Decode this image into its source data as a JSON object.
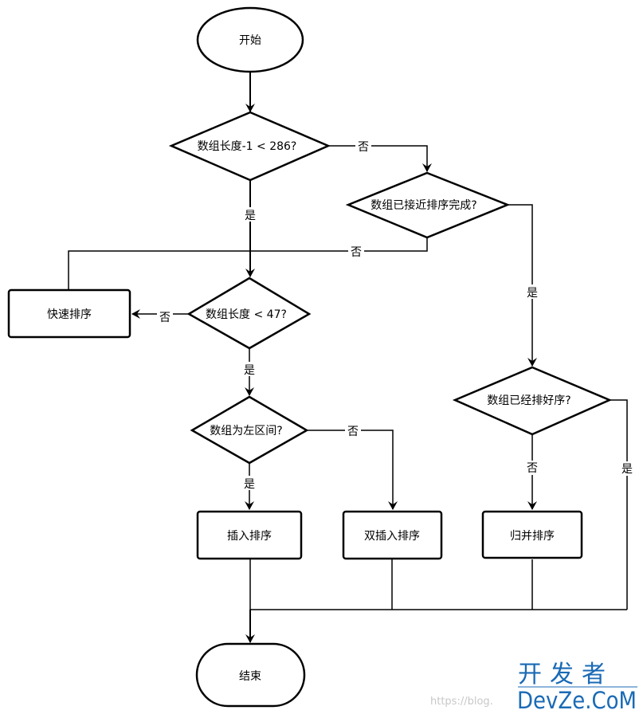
{
  "diagram": {
    "type": "flowchart",
    "nodes": {
      "start": {
        "shape": "terminator",
        "label": "开始"
      },
      "cond_len_286": {
        "shape": "decision",
        "label": "数组长度-1 < 286?"
      },
      "cond_nearly_sorted": {
        "shape": "decision",
        "label": "数组已接近排序完成?"
      },
      "quick_sort": {
        "shape": "process",
        "label": "快速排序"
      },
      "cond_len_47": {
        "shape": "decision",
        "label": "数组长度 < 47?"
      },
      "cond_left_range": {
        "shape": "decision",
        "label": "数组为左区间?"
      },
      "cond_already_sorted": {
        "shape": "decision",
        "label": "数组已经排好序?"
      },
      "insertion_sort": {
        "shape": "process",
        "label": "插入排序"
      },
      "dual_insertion_sort": {
        "shape": "process",
        "label": "双插入排序"
      },
      "merge_sort": {
        "shape": "process",
        "label": "归并排序"
      },
      "end": {
        "shape": "terminator",
        "label": "结束"
      }
    },
    "edges": [
      {
        "from": "start",
        "to": "cond_len_286",
        "label": ""
      },
      {
        "from": "cond_len_286",
        "to": "cond_nearly_sorted",
        "label": "否"
      },
      {
        "from": "cond_len_286",
        "to": "cond_len_47",
        "label": "是"
      },
      {
        "from": "cond_nearly_sorted",
        "to": "quick_sort",
        "label": "否"
      },
      {
        "from": "cond_nearly_sorted",
        "to": "cond_already_sorted",
        "label": "是"
      },
      {
        "from": "cond_len_47",
        "to": "quick_sort",
        "label": "否"
      },
      {
        "from": "cond_len_47",
        "to": "cond_left_range",
        "label": "是"
      },
      {
        "from": "cond_left_range",
        "to": "insertion_sort",
        "label": "是"
      },
      {
        "from": "cond_left_range",
        "to": "dual_insertion_sort",
        "label": "否"
      },
      {
        "from": "cond_already_sorted",
        "to": "merge_sort",
        "label": "否"
      },
      {
        "from": "cond_already_sorted",
        "to": "end",
        "label": "是"
      },
      {
        "from": "insertion_sort",
        "to": "end",
        "label": ""
      },
      {
        "from": "dual_insertion_sort",
        "to": "end",
        "label": ""
      },
      {
        "from": "merge_sort",
        "to": "end",
        "label": ""
      }
    ]
  },
  "watermark": {
    "cn": "开发者",
    "en": "DevZe.CoM",
    "url": "https://blog."
  },
  "colors": {
    "stroke": "#000000",
    "watermark": "#1a6ab5"
  }
}
